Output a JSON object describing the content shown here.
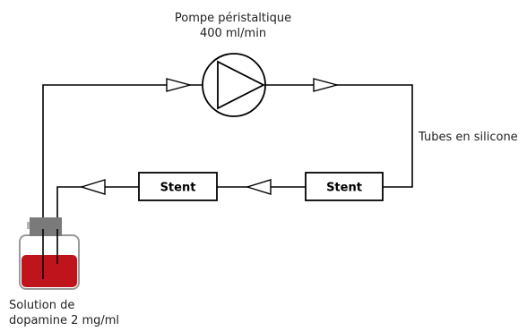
{
  "pump": {
    "title": "Pompe péristaltique",
    "rate": "400 ml/min"
  },
  "tubes_label": "Tubes en silicone",
  "stents": [
    "Stent",
    "Stent"
  ],
  "solution": {
    "line1": "Solution de",
    "line2": "dopamine 2 mg/ml"
  },
  "colors": {
    "line": "#000000",
    "solution": "#c0141c",
    "cap": "#7a7a7a",
    "bottle_outline": "#9a9a9a",
    "text": "#222222"
  }
}
